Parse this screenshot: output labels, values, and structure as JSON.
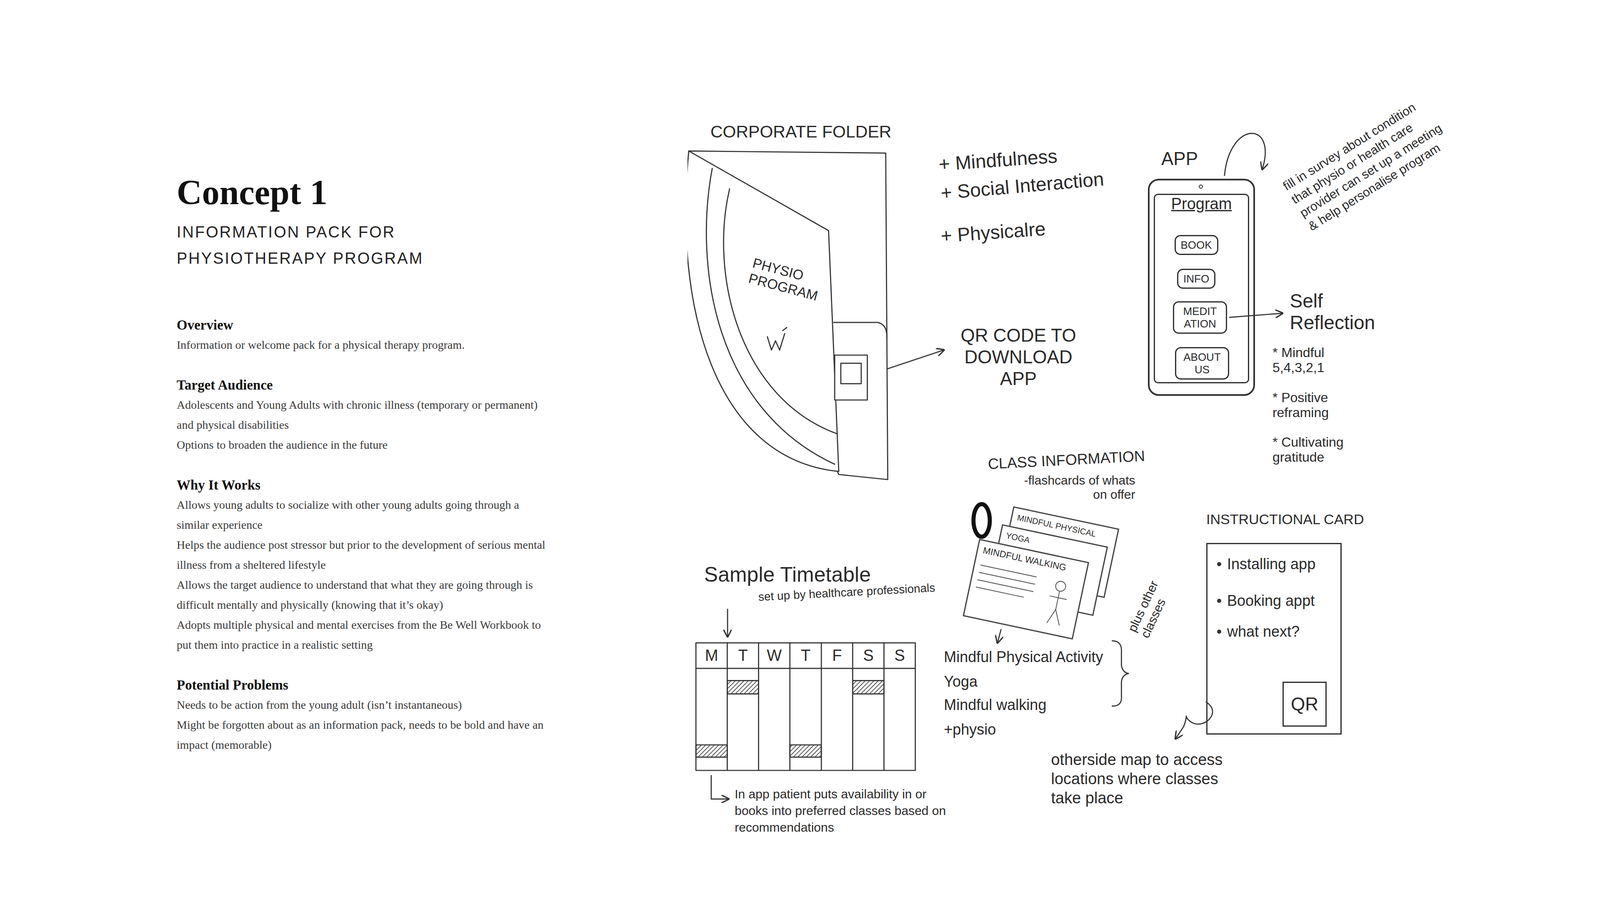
{
  "diagram": {
    "title": "Concept 1",
    "nodes": [
      {
        "text": [
          "CORPORATE FOLDER",
          "PHYSIO PROGRAM"
        ]
      },
      {
        "text": [
          "APP",
          "Program"
        ]
      },
      {
        "text": [
          "BOOK"
        ],
        "in": 1
      },
      {
        "text": [
          "INFO"
        ],
        "in": 1
      },
      {
        "text": [
          "MEDIT ATION"
        ],
        "in": 1
      },
      {
        "text": [
          "ABOUT US"
        ],
        "in": 1
      },
      {
        "text": [
          "MINDFUL PHYSICAL"
        ]
      },
      {
        "text": [
          "YOGA"
        ]
      },
      {
        "text": [
          "MINDFUL WALKING"
        ]
      },
      {
        "text": [
          "INSTRUCTIONAL CARD",
          "Installing app",
          "Booking appt",
          "what next?"
        ]
      },
      {
        "text": [
          "QR"
        ],
        "in": 9
      }
    ],
    "labels": [
      "INFORMATION PACK FOR PHYSIOTHERAPY PROGRAM",
      "Overview",
      "Information or welcome pack for a physical therapy program.",
      "Target Audience",
      "Adolescents and Young Adults with chronic illness (temporary or permanent) and physical disabilities",
      "Options to broaden the audience in the future",
      "Why It Works",
      "Allows young adults to socialize with other young adults going through a similar experience",
      "Helps the audience post stressor but prior to the development of serious mental illness from a sheltered lifestyle",
      "Allows the target audience to understand that what they are going through is difficult mentally and physically (knowing that it’s okay)",
      "Adopts multiple physical and mental exercises from the Be Well Workbook to put them into practice in a realistic setting",
      "Potential Problems",
      "Needs to be action from the young adult (isn’t instantaneous)",
      "Might be forgotten about as an information pack, needs to be bold and have an impact (memorable)",
      "+ Mindfulness",
      "+ Social Interaction",
      "+ Physicalre",
      "QR CODE TO DOWNLOAD APP",
      "fill in survey about condition that physio or health care provider can set up a meeting & help personalise program",
      "Self Reflection",
      "* Mindful 5,4,3,2,1",
      "* Positive reframing",
      "* Cultivating gratitude",
      "CLASS INFORMATION",
      "-flashcards of whats on offer",
      "plus other classes",
      "Mindful Physical Activity",
      "Yoga",
      "Mindful walking",
      "+physio",
      "Sample Timetable",
      "set up by healthcare professionals",
      "M",
      "T",
      "W",
      "T",
      "F",
      "S",
      "S",
      "In app patient puts availability in or books into preferred classes based on recommendations",
      "otherside map to access locations where classes take place"
    ]
  }
}
